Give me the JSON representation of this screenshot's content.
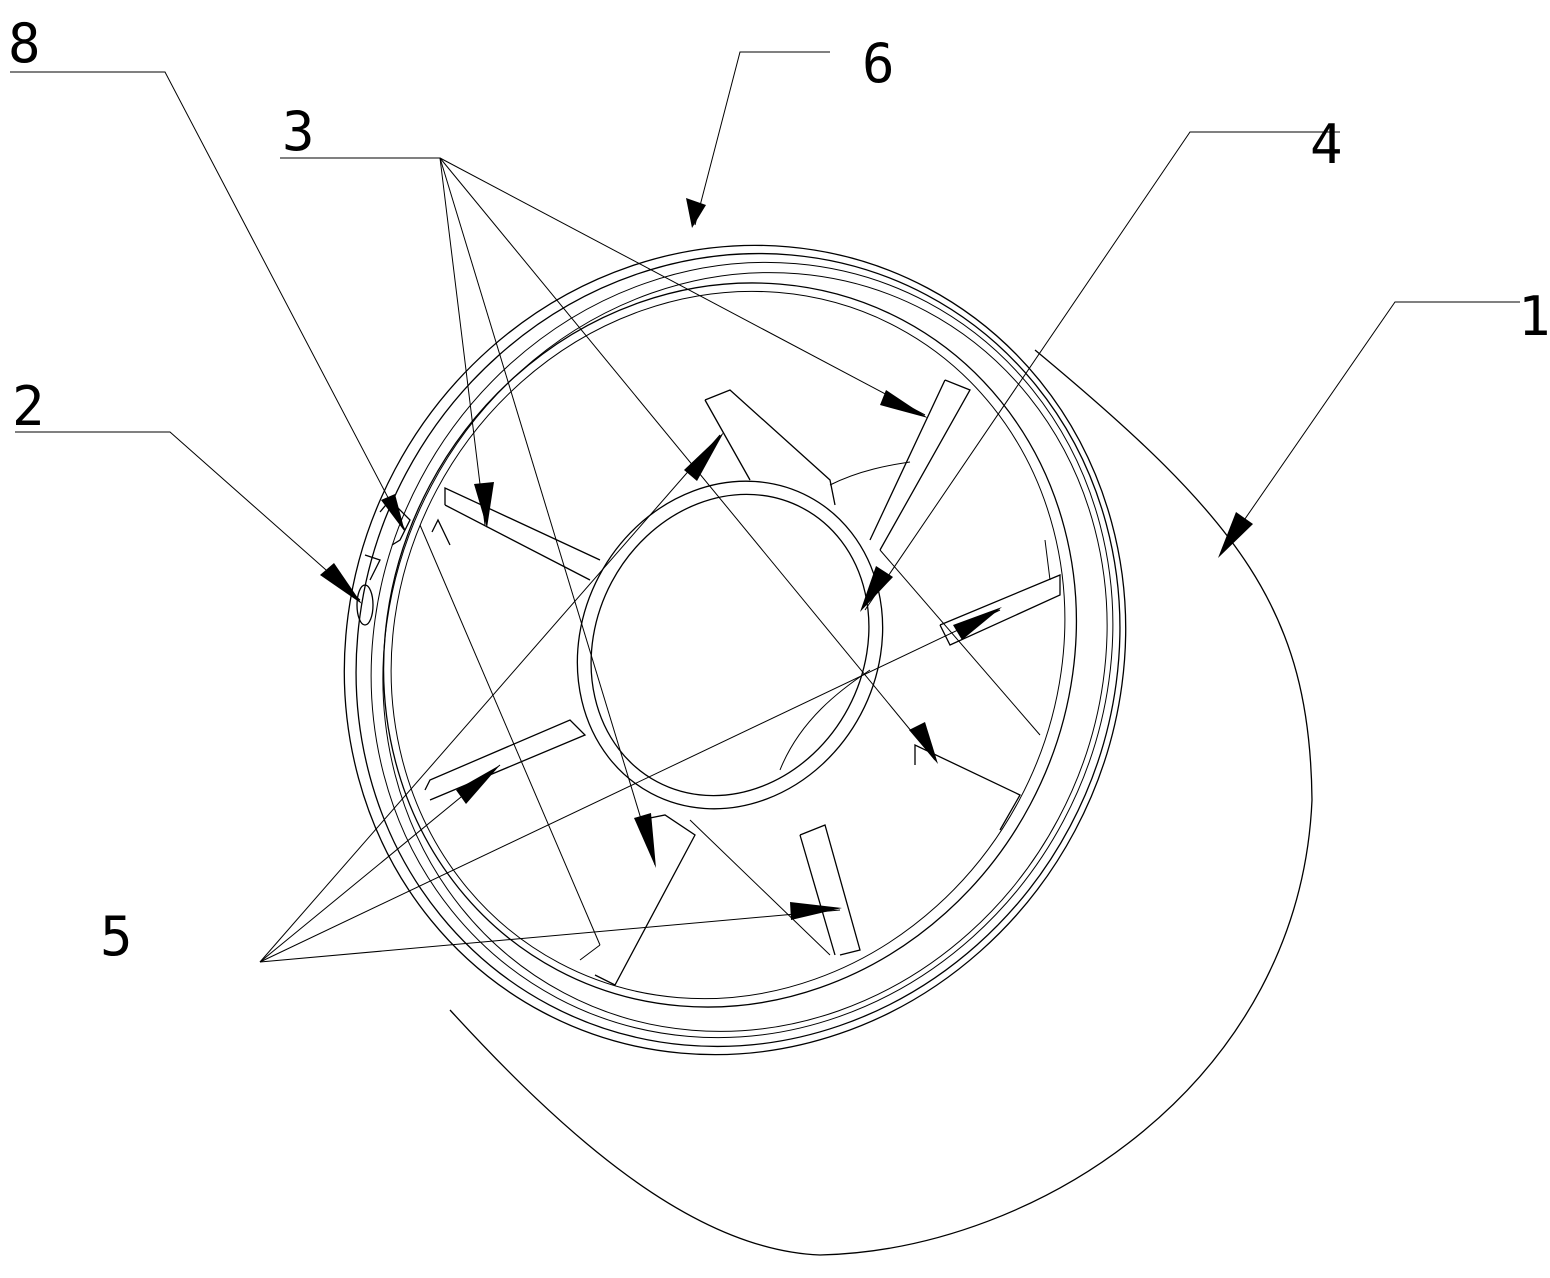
{
  "callouts": [
    {
      "id": "1",
      "label": "1"
    },
    {
      "id": "2",
      "label": "2"
    },
    {
      "id": "3",
      "label": "3"
    },
    {
      "id": "4",
      "label": "4"
    },
    {
      "id": "5",
      "label": "5"
    },
    {
      "id": "6",
      "label": "6"
    },
    {
      "id": "8",
      "label": "8"
    }
  ]
}
